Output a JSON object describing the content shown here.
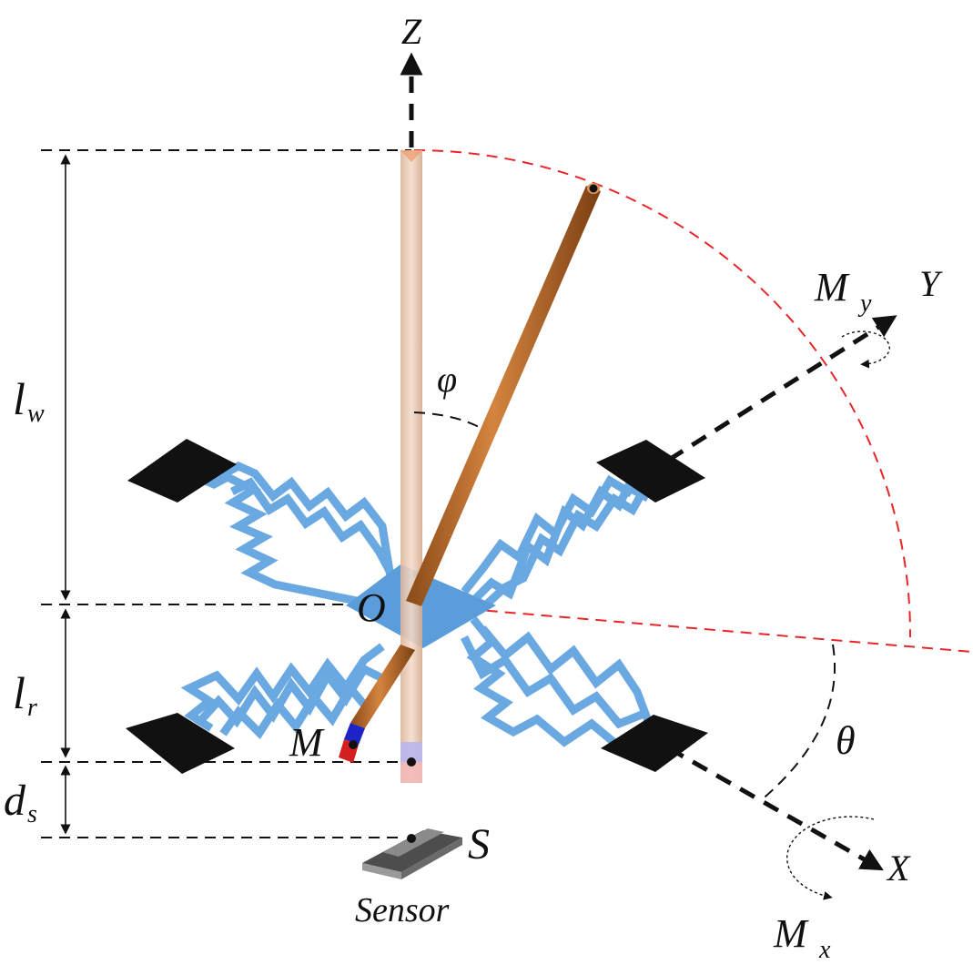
{
  "labels": {
    "z_axis": "Z",
    "y_axis": "Y",
    "x_axis": "X",
    "origin": "O",
    "magnet": "M",
    "sensor_point": "S",
    "sensor_caption": "Sensor",
    "phi": "φ",
    "theta": "θ",
    "moment_y_main": "M",
    "moment_y_sub": "y",
    "moment_x_main": "M",
    "moment_x_sub": "x",
    "length_whisker_main": "l",
    "length_whisker_sub": "w",
    "length_rod_main": "l",
    "length_rod_sub": "r",
    "distance_sensor_main": "d",
    "distance_sensor_sub": "s"
  },
  "colors": {
    "meander": "#6aa8e2",
    "pad": "#111111",
    "center_plate": "#5b9ddb",
    "rod_deflected": "#b5692b",
    "rod_rest": "#e9c9b3",
    "arc_dashed": "#e8262a",
    "magnet_north": "#d42020",
    "magnet_south": "#1c24c8",
    "sensor_body": "#707070"
  }
}
